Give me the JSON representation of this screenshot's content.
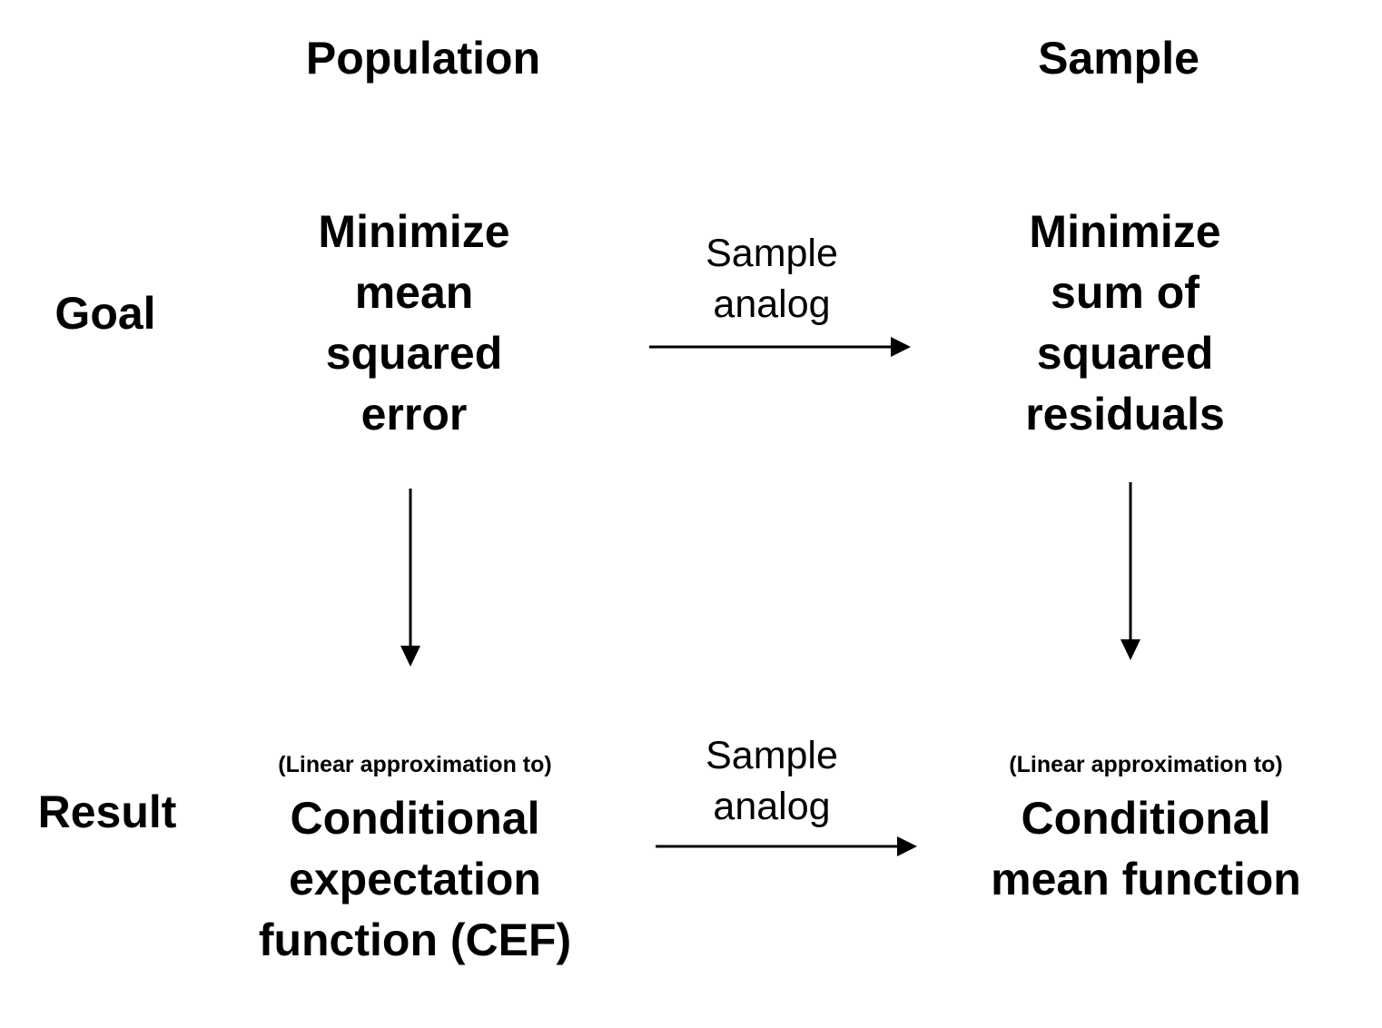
{
  "headers": {
    "population": "Population",
    "sample": "Sample"
  },
  "rows": {
    "goal": "Goal",
    "result": "Result"
  },
  "nodes": {
    "pop_goal": [
      "Minimize",
      "mean",
      "squared",
      "error"
    ],
    "sample_goal": [
      "Minimize",
      "sum of",
      "squared",
      "residuals"
    ],
    "pop_result_note": "(Linear approximation to)",
    "pop_result": [
      "Conditional",
      "expectation",
      "function (CEF)"
    ],
    "sample_result_note": "(Linear approximation to)",
    "sample_result": [
      "Conditional",
      "mean function"
    ]
  },
  "edges": {
    "goal_analog": [
      "Sample",
      "analog"
    ],
    "result_analog": [
      "Sample",
      "analog"
    ]
  }
}
